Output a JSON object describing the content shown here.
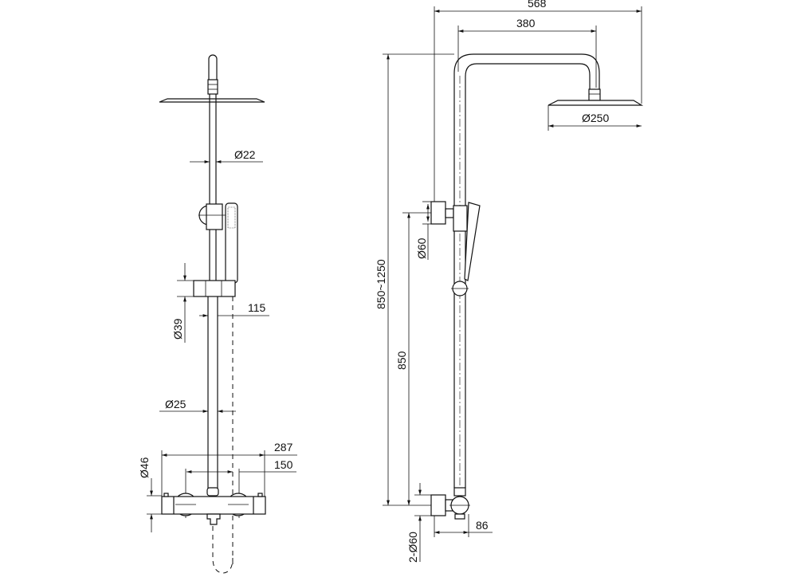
{
  "front_view": {
    "dimensions": {
      "pipe_upper_diameter": "Ø22",
      "slider_height": "Ø39",
      "slider_offset": "115",
      "pipe_lower_diameter": "Ø25",
      "mixer_width": "287",
      "inlet_spacing": "150",
      "mixer_body_diameter": "Ø46"
    }
  },
  "side_view": {
    "dimensions": {
      "total_reach": "568",
      "arm_length": "380",
      "head_diameter": "Ø250",
      "total_height": "850~1250",
      "bracket_height": "850",
      "bracket_flange": "Ø60",
      "inlet_flanges": "2-Ø60",
      "wall_offset": "86"
    }
  }
}
